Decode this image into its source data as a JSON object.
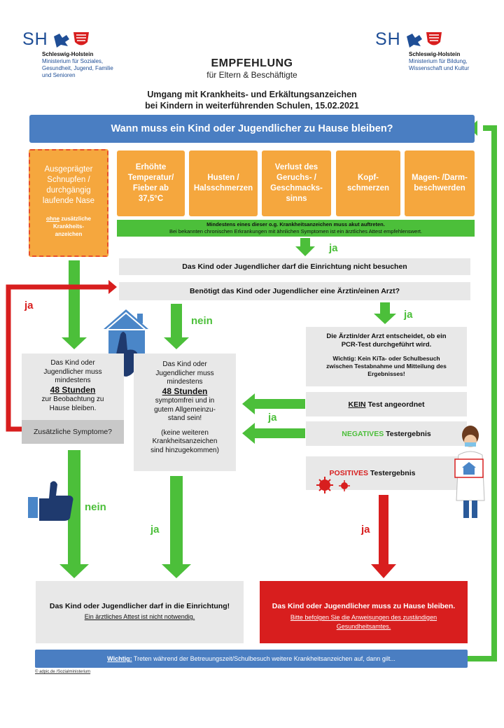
{
  "header": {
    "left_logo": {
      "mark": "SH",
      "org": "Schleswig-Holstein",
      "lines": [
        "Ministerium für Soziales,",
        "Gesundheit, Jugend, Familie",
        "und Senioren"
      ]
    },
    "right_logo": {
      "mark": "SH",
      "org": "Schleswig-Holstein",
      "lines": [
        "Ministerium für Bildung,",
        "Wissenschaft und Kultur"
      ]
    },
    "title": "EMPFEHLUNG",
    "subtitle": "für Eltern & Beschäftigte",
    "topic_line1": "Umgang mit Krankheits- und Erkältungsanzeichen",
    "topic_line2": "bei Kindern in weiterführenden Schulen, 15.02.2021"
  },
  "question_main": "Wann muss ein Kind oder Jugendlicher zu Hause bleiben?",
  "snuffle_box": {
    "lines": [
      "Ausgeprägter",
      "Schnupfen /",
      "durchgängig",
      "laufende Nase"
    ],
    "note_underlined": "ohne",
    "note_rest": [
      "zusätzliche",
      "Krankheits-",
      "anzeichen"
    ]
  },
  "symptoms": [
    {
      "lines": [
        "Erhöhte",
        "Temperatur/",
        "Fieber ab",
        "37,5°C"
      ]
    },
    {
      "lines": [
        "Husten /",
        "Halsschmerzen"
      ]
    },
    {
      "lines": [
        "Verlust des",
        "Geruchs- /",
        "Geschmacks-",
        "sinns"
      ]
    },
    {
      "lines": [
        "Kopf-",
        "schmerzen"
      ]
    },
    {
      "lines": [
        "Magen- /Darm-",
        "beschwerden"
      ]
    }
  ],
  "symptom_note": {
    "bold": "Mindestens eines dieser o.g. Krankheitsanzeichen muss akut auftreten.",
    "normal": "Bei bekannten chronischen Erkrankungen mit ähnlichen Symptomen ist ein ärztliches Attest empfehlenswert."
  },
  "labels": {
    "ja": "ja",
    "nein": "nein"
  },
  "not_visit": "Das Kind oder Jugendlicher darf die Einrichtung nicht besuchen",
  "doctor_question": "Benötigt das Kind oder Jugendlicher eine Ärztin/einen Arzt?",
  "observe_box": {
    "lines": [
      "Das Kind oder",
      "Jugendlicher muss",
      "mindestens"
    ],
    "hours": "48 Stunden",
    "after": [
      "zur Beobachtung zu",
      "Hause bleiben."
    ]
  },
  "additional_symptoms": "Zusätzliche Symptome?",
  "symptomfree_box": {
    "lines": [
      "Das Kind oder",
      "Jugendlicher muss",
      "mindestens"
    ],
    "hours": "48 Stunden",
    "after": [
      "symptomfrei und in",
      "gutem Allgemeinzu-",
      "stand sein!"
    ],
    "note": [
      "(keine weiteren",
      "Krankheitsanzeichen",
      "sind hinzugekommen)"
    ]
  },
  "doctor_decides": {
    "main": [
      "Die Ärztin/der Arzt entscheidet, ob ein",
      "PCR-Test durchgeführt wird."
    ],
    "warn": [
      "Wichtig: Kein KiTa- oder Schulbesuch",
      "zwischen Testabnahme und Mitteilung des",
      "Ergebnisses!"
    ]
  },
  "no_test": {
    "emph": "KEIN",
    "rest": " Test angeordnet"
  },
  "negative": {
    "emph": "NEGATIVES",
    "rest": " Testergebnis"
  },
  "positive": {
    "emph": "POSITIVES",
    "rest": " Testergebnis"
  },
  "result_allowed": {
    "main": "Das Kind oder Jugendlicher darf in die Einrichtung!",
    "sub": "Ein ärztliches Attest ist nicht notwendig."
  },
  "result_home": {
    "main": "Das Kind oder Jugendlicher muss zu Hause bleiben.",
    "sub": [
      "Bitte befolgen Sie die Anweisungen des zuständigen",
      "Gesundheitsamtes."
    ]
  },
  "footer_bar": {
    "emph": "Wichtig:",
    "rest": " Treten während der Betreuungszeit/Schulbesuch weitere Krankheitsanzeichen auf, dann gilt..."
  },
  "credit": "© adpic.de /Sozialministerium",
  "colors": {
    "blue": "#4a7ec2",
    "orange": "#f5a73e",
    "green": "#4cbf3a",
    "red": "#d81e1e",
    "gray": "#e8e8e8"
  }
}
